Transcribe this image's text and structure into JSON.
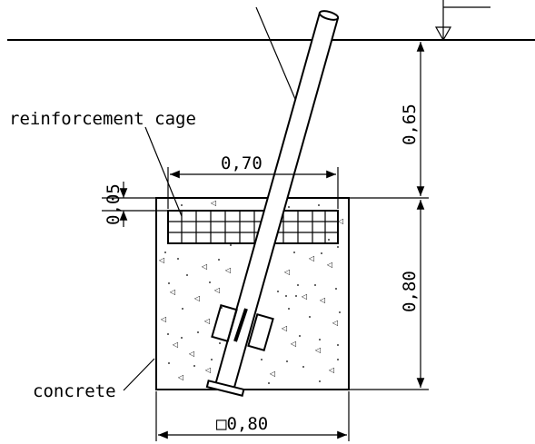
{
  "labels": {
    "reinforcement": "reinforcement cage",
    "concrete": "concrete"
  },
  "dimensions": {
    "cage_width": "0,70",
    "cover_top": "0,05",
    "depth_upper": "0,65",
    "depth_block": "0,80",
    "block_width": "□0,80"
  },
  "colors": {
    "line": "#000000",
    "background": "#ffffff"
  }
}
